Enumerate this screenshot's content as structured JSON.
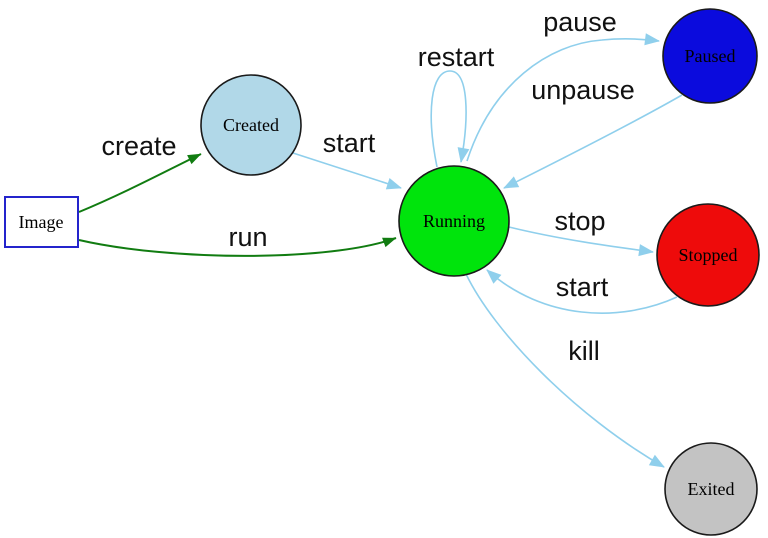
{
  "colors": {
    "background": "#ffffff",
    "edge_green": "#117c11",
    "edge_blue": "#8fcfec",
    "node_border": "#1a1a1a",
    "image_box_border": "#2424cc",
    "label_text": "#111111"
  },
  "nodes": {
    "image": {
      "label": "Image",
      "fill": "#ffffff"
    },
    "created": {
      "label": "Created",
      "fill": "#b1d8e8"
    },
    "running": {
      "label": "Running",
      "fill": "#00e40c"
    },
    "paused": {
      "label": "Paused",
      "fill": "#0b0bdd"
    },
    "stopped": {
      "label": "Stopped",
      "fill": "#ee0b0b"
    },
    "exited": {
      "label": "Exited",
      "fill": "#c3c3c3"
    }
  },
  "edges": {
    "create": {
      "label": "create"
    },
    "run": {
      "label": "run"
    },
    "start_created": {
      "label": "start"
    },
    "restart": {
      "label": "restart"
    },
    "pause": {
      "label": "pause"
    },
    "unpause": {
      "label": "unpause"
    },
    "stop": {
      "label": "stop"
    },
    "start_stopped": {
      "label": "start"
    },
    "kill": {
      "label": "kill"
    }
  }
}
